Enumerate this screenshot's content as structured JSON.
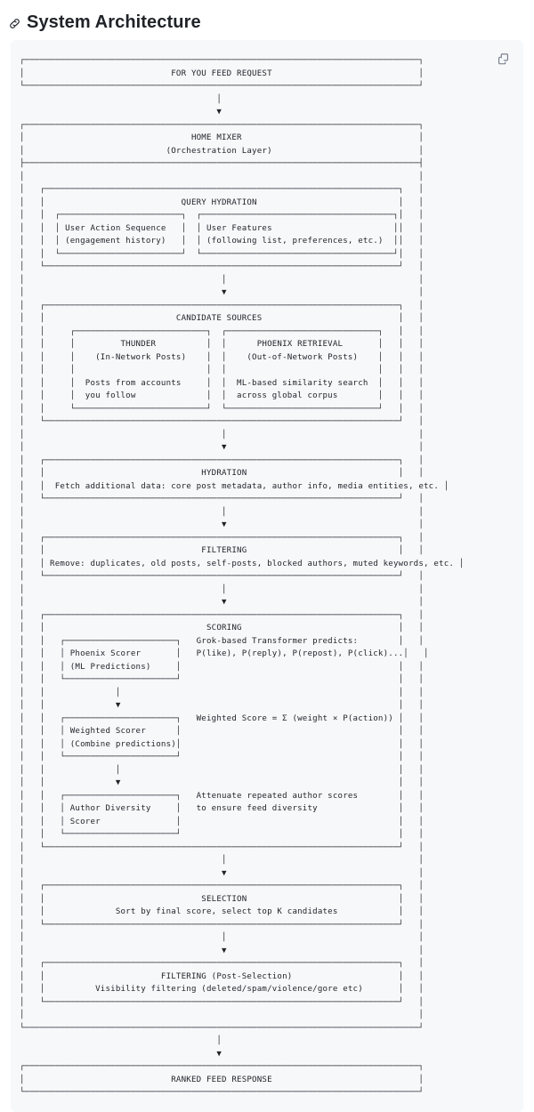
{
  "heading": {
    "icon": "link-anchor-icon",
    "title": "System Architecture"
  },
  "code_block": {
    "copy_button_label": "Copy",
    "copy_icon": "copy-icon",
    "language": "text",
    "background_color": "#f6f8fa",
    "text_color": "#1f2328"
  },
  "diagram": {
    "type": "ascii-flowchart",
    "title": "For You Feed Request Pipeline",
    "nodes": [
      {
        "id": "for-you-feed-request",
        "label": "FOR YOU FEED REQUEST",
        "level": 0
      },
      {
        "id": "home-mixer",
        "label": "HOME MIXER",
        "sublabel": "(Orchestration Layer)",
        "level": 1
      },
      {
        "id": "query-hydration",
        "label": "QUERY HYDRATION",
        "level": 2,
        "children": [
          {
            "id": "user-action-sequence",
            "label": "User Action Sequence",
            "sublabel": "(engagement history)"
          },
          {
            "id": "user-features",
            "label": "User Features",
            "sublabel": "(following list, preferences, etc.)"
          }
        ]
      },
      {
        "id": "candidate-sources",
        "label": "CANDIDATE SOURCES",
        "level": 2,
        "children": [
          {
            "id": "thunder",
            "label": "THUNDER",
            "sublabel": "(In-Network Posts)",
            "detail": "Posts from accounts you follow"
          },
          {
            "id": "phoenix-retrieval",
            "label": "PHOENIX RETRIEVAL",
            "sublabel": "(Out-of-Network Posts)",
            "detail": "ML-based similarity search across global corpus"
          }
        ]
      },
      {
        "id": "hydration",
        "label": "HYDRATION",
        "sublabel": "Fetch additional data: core post metadata, author info, media entities, etc.",
        "level": 2
      },
      {
        "id": "filtering",
        "label": "FILTERING",
        "sublabel": "Remove: duplicates, old posts, self-posts, blocked authors, muted keywords, etc.",
        "level": 2
      },
      {
        "id": "scoring",
        "label": "SCORING",
        "level": 2,
        "children": [
          {
            "id": "phoenix-scorer",
            "label": "Phoenix Scorer",
            "sublabel": "(ML Predictions)",
            "note": "Grok-based Transformer predicts: P(like), P(reply), P(repost), P(click)..."
          },
          {
            "id": "weighted-scorer",
            "label": "Weighted Scorer",
            "sublabel": "(Combine predictions)",
            "note": "Weighted Score = Σ (weight × P(action))"
          },
          {
            "id": "author-diversity-scorer",
            "label": "Author Diversity Scorer",
            "note": "Attenuate repeated author scores to ensure feed diversity"
          }
        ]
      },
      {
        "id": "selection",
        "label": "SELECTION",
        "sublabel": "Sort by final score, select top K candidates",
        "level": 2
      },
      {
        "id": "filtering-post-selection",
        "label": "FILTERING (Post-Selection)",
        "sublabel": "Visibility filtering (deleted/spam/violence/gore etc)",
        "level": 2
      },
      {
        "id": "ranked-feed-response",
        "label": "RANKED FEED RESPONSE",
        "level": 0
      }
    ],
    "ascii": "┌──────────────────────────────────────────────────────────────────────────────┐\n│                             FOR YOU FEED REQUEST                             │\n└──────────────────────────────────────────────────────────────────────────────┘\n                                       │\n                                       ▼\n┌──────────────────────────────────────────────────────────────────────────────┐\n│                                 HOME MIXER                                   │\n│                            (Orchestration Layer)                             │\n├──────────────────────────────────────────────────────────────────────────────┤\n│                                                                              │\n│   ┌──────────────────────────────────────────────────────────────────────┐   │\n│   │                           QUERY HYDRATION                            │   │\n│   │  ┌────────────────────────┐  ┌──────────────────────────────────────┐│   │\n│   │  │ User Action Sequence   │  │ User Features                        ││   │\n│   │  │ (engagement history)   │  │ (following list, preferences, etc.)  ││   │\n│   │  └────────────────────────┘  └──────────────────────────────────────┘│   │\n│   └──────────────────────────────────────────────────────────────────────┘   │\n│                                       │                                      │\n│                                       ▼                                      │\n│   ┌──────────────────────────────────────────────────────────────────────┐   │\n│   │                          CANDIDATE SOURCES                           │   │\n│   │     ┌──────────────────────────┐  ┌──────────────────────────────┐   │   │\n│   │     │         THUNDER          │  │      PHOENIX RETRIEVAL       │   │   │\n│   │     │    (In-Network Posts)    │  │    (Out-of-Network Posts)    │   │   │\n│   │     │                          │  │                              │   │   │\n│   │     │  Posts from accounts     │  │  ML-based similarity search  │   │   │\n│   │     │  you follow              │  │  across global corpus        │   │   │\n│   │     └──────────────────────────┘  └──────────────────────────────┘   │   │\n│   └──────────────────────────────────────────────────────────────────────┘   │\n│                                       │                                      │\n│                                       ▼                                      │\n│   ┌──────────────────────────────────────────────────────────────────────┐   │\n│   │                               HYDRATION                              │   │\n│   │  Fetch additional data: core post metadata, author info, media entities, etc. │\n│   └──────────────────────────────────────────────────────────────────────┘   │\n│                                       │                                      │\n│                                       ▼                                      │\n│   ┌──────────────────────────────────────────────────────────────────────┐   │\n│   │                               FILTERING                              │   │\n│   │ Remove: duplicates, old posts, self-posts, blocked authors, muted keywords, etc. │\n│   └──────────────────────────────────────────────────────────────────────┘   │\n│                                       │                                      │\n│                                       ▼                                      │\n│   ┌──────────────────────────────────────────────────────────────────────┐   │\n│   │                                SCORING                               │   │\n│   │   ┌──────────────────────┐   Grok-based Transformer predicts:        │   │\n│   │   │ Phoenix Scorer       │   P(like), P(reply), P(repost), P(click)...│   │\n│   │   │ (ML Predictions)     │                                           │   │\n│   │   └──────────────────────┘                                           │   │\n│   │              │                                                       │   │\n│   │              ▼                                                       │   │\n│   │   ┌──────────────────────┐   Weighted Score = Σ (weight × P(action)) │   │\n│   │   │ Weighted Scorer      │                                           │   │\n│   │   │ (Combine predictions)│                                           │   │\n│   │   └──────────────────────┘                                           │   │\n│   │              │                                                       │   │\n│   │              ▼                                                       │   │\n│   │   ┌──────────────────────┐   Attenuate repeated author scores        │   │\n│   │   │ Author Diversity     │   to ensure feed diversity                │   │\n│   │   │ Scorer               │                                           │   │\n│   │   └──────────────────────┘                                           │   │\n│   └──────────────────────────────────────────────────────────────────────┘   │\n│                                       │                                      │\n│                                       ▼                                      │\n│   ┌──────────────────────────────────────────────────────────────────────┐   │\n│   │                               SELECTION                              │   │\n│   │              Sort by final score, select top K candidates            │   │\n│   └──────────────────────────────────────────────────────────────────────┘   │\n│                                       │                                      │\n│                                       ▼                                      │\n│   ┌──────────────────────────────────────────────────────────────────────┐   │\n│   │                       FILTERING (Post-Selection)                     │   │\n│   │          Visibility filtering (deleted/spam/violence/gore etc)       │   │\n│   └──────────────────────────────────────────────────────────────────────┘   │\n│                                                                              │\n└──────────────────────────────────────────────────────────────────────────────┘\n                                       │\n                                       ▼\n┌──────────────────────────────────────────────────────────────────────────────┐\n│                             RANKED FEED RESPONSE                             │\n└──────────────────────────────────────────────────────────────────────────────┘"
  }
}
